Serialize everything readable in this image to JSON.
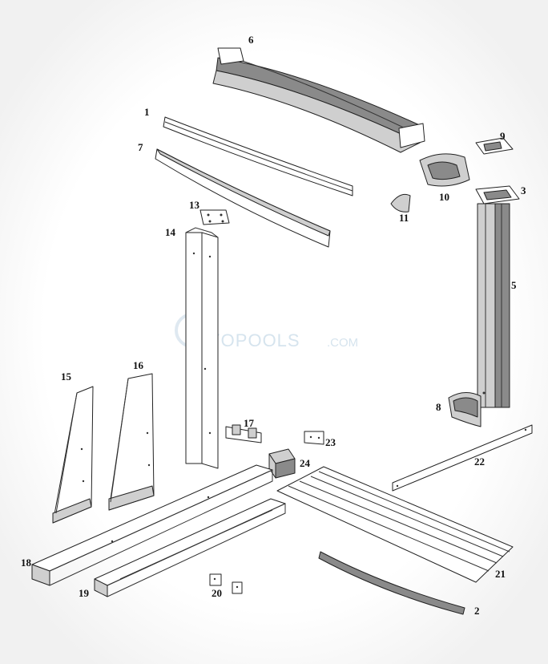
{
  "watermark": {
    "brand_main": "INYOPOOLS",
    "brand_suffix": ".COM"
  },
  "parts": [
    {
      "label": "1"
    },
    {
      "label": "2"
    },
    {
      "label": "3"
    },
    {
      "label": "5"
    },
    {
      "label": "6"
    },
    {
      "label": "7"
    },
    {
      "label": "8"
    },
    {
      "label": "9"
    },
    {
      "label": "10"
    },
    {
      "label": "11"
    },
    {
      "label": "13"
    },
    {
      "label": "14"
    },
    {
      "label": "15"
    },
    {
      "label": "16"
    },
    {
      "label": "17"
    },
    {
      "label": "18"
    },
    {
      "label": "19"
    },
    {
      "label": "20"
    },
    {
      "label": "21"
    },
    {
      "label": "22"
    },
    {
      "label": "23"
    },
    {
      "label": "24"
    }
  ]
}
